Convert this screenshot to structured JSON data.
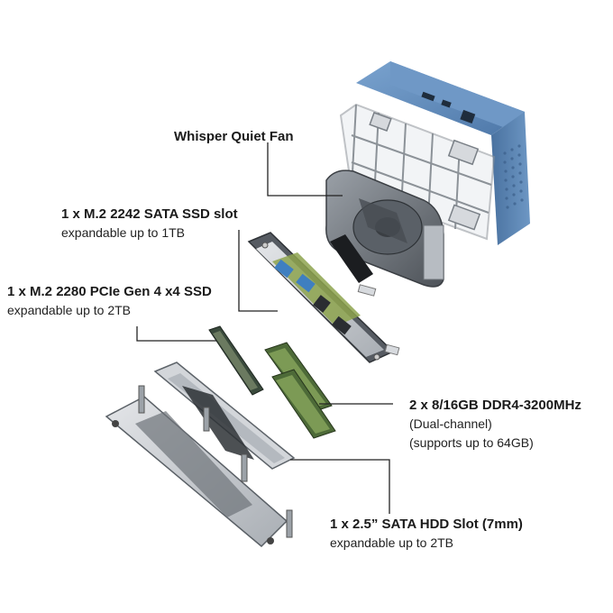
{
  "colors": {
    "case_blue": "#5b86b8",
    "case_blue_dark": "#3f6795",
    "frame_gray": "#c9cdd2",
    "frame_dark": "#6f757c",
    "leader_line": "#222222",
    "ram_green": "#6f8c4a",
    "board_green": "#8da34e"
  },
  "callouts": {
    "fan": {
      "title": "Whisper Quiet Fan"
    },
    "sata_ssd": {
      "title": "1 x M.2 2242 SATA SSD slot",
      "sub": "expandable up to 1TB"
    },
    "pcie_ssd": {
      "title": "1 x M.2 2280 PCIe Gen 4 x4 SSD",
      "sub": "expandable up to 2TB"
    },
    "ram": {
      "title": "2 x 8/16GB DDR4-3200MHz",
      "sub1": "(Dual-channel)",
      "sub2": "(supports up to 64GB)"
    },
    "hdd": {
      "title": "1 x 2.5” SATA HDD Slot (7mm)",
      "sub": "expandable up to 2TB"
    }
  },
  "icons": [
    "fan-icon",
    "usb-port-icon",
    "power-button-icon"
  ]
}
